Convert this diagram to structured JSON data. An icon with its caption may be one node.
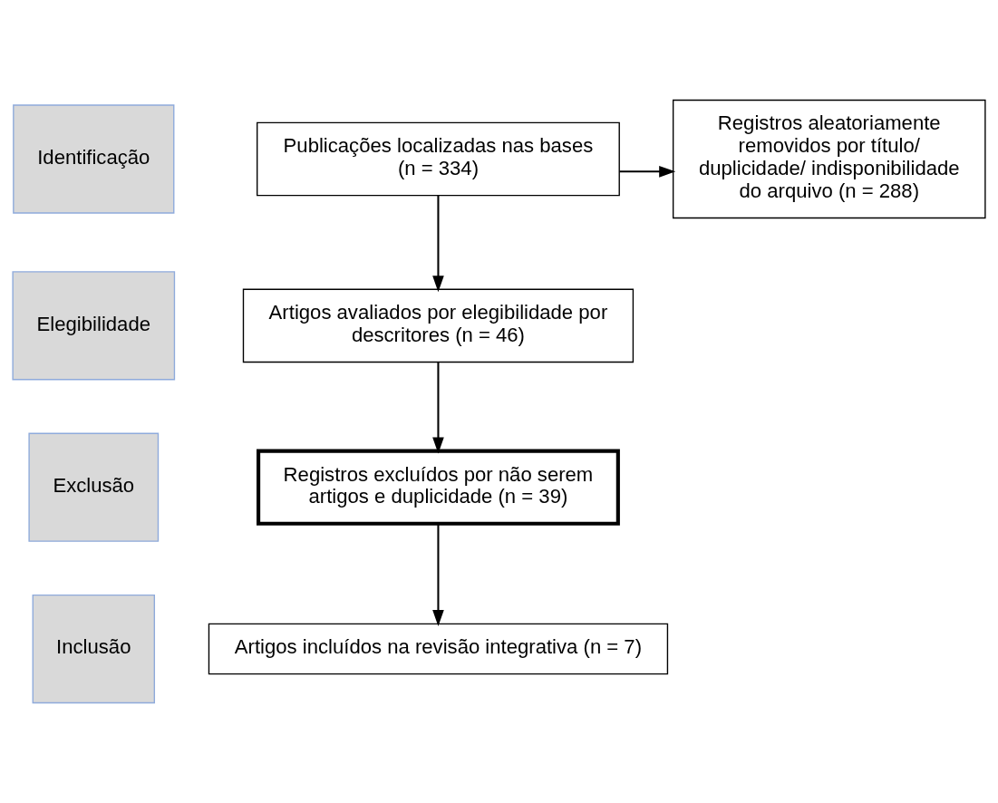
{
  "diagram": {
    "nodes": [
      {
        "text": [
          "Identificação"
        ]
      },
      {
        "text": [
          "Publicações localizadas nas bases (n = 334)"
        ]
      },
      {
        "text": [
          "Registros aleatoriamente removidos por título/ duplicidade/ indisponibilidade do arquivo (n = 288)"
        ]
      },
      {
        "text": [
          "Elegibilidade"
        ]
      },
      {
        "text": [
          "Artigos avaliados por elegibilidade por descritores (n = 46)"
        ]
      },
      {
        "text": [
          "Exclusão"
        ]
      },
      {
        "text": [
          "Registros excluídos por não serem artigos e duplicidade (n = 39)"
        ]
      },
      {
        "text": [
          "Inclusão"
        ]
      },
      {
        "text": [
          "Artigos incluídos na revisão integrativa (n = 7)"
        ]
      }
    ],
    "edges": [
      {
        "from": 1,
        "to": 4,
        "arrow": "to"
      },
      {
        "from": 1,
        "to": 2,
        "arrow": "to"
      },
      {
        "from": 4,
        "to": 6,
        "arrow": "to"
      },
      {
        "from": 6,
        "to": 8,
        "arrow": "to"
      }
    ]
  }
}
